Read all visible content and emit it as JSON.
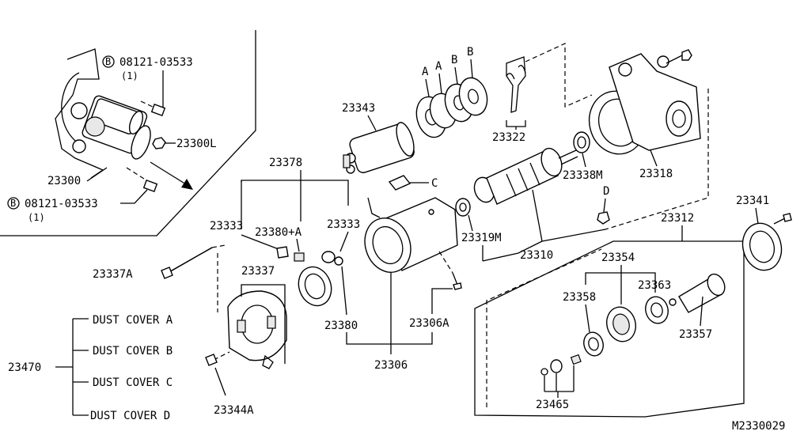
{
  "diagram_id": "M2330029",
  "labels": {
    "bolt_top_code": "08121-03533",
    "bolt_top_qty": "(1)",
    "bolt_bottom_code": "08121-03533",
    "bolt_bottom_qty": "(1)",
    "circle_b": "B",
    "starter_assy_l": "23300L",
    "starter_assy": "23300",
    "solenoid": "23343",
    "shim_a1": "A",
    "shim_a2": "A",
    "shim_b1": "B",
    "shim_b2": "B",
    "lever": "23322",
    "housing": "23318",
    "bearing_m": "23338M",
    "point_d": "D",
    "brush_set": "23378",
    "point_c": "C",
    "brush_holder_a": "23333",
    "brush_holder_b": "23333",
    "brush_kit": "23380+A",
    "yoke_bearing": "23319M",
    "armature": "23310",
    "thru_bolt": "23337A",
    "rear_cover": "23337",
    "spring_ring": "23380",
    "screw": "23306A",
    "yoke": "23306",
    "gear_assy": "23312",
    "gear_set": "23354",
    "collar": "23363",
    "clutch": "23358",
    "pinion_shaft": "23357",
    "retainer": "23341",
    "clip_kit": "23465",
    "dust_cover_set": "23470",
    "dust_cover_a": "DUST COVER A",
    "dust_cover_b": "DUST COVER B",
    "dust_cover_c": "DUST COVER C",
    "dust_cover_d": "DUST COVER D",
    "cover_screw": "23344A"
  }
}
